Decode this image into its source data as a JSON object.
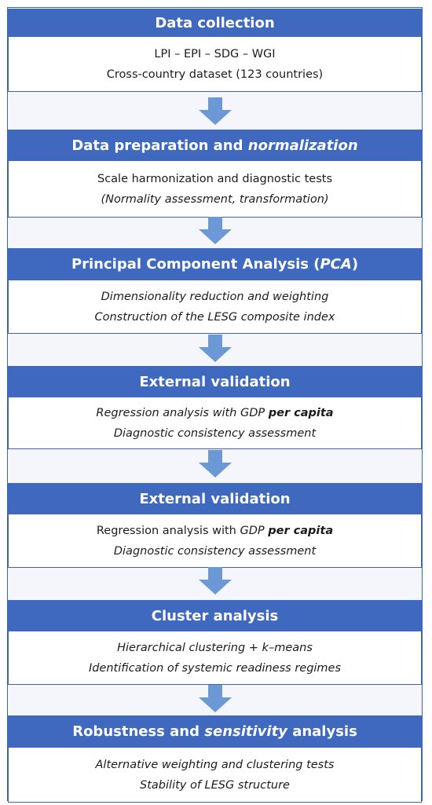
{
  "stages": [
    {
      "title": [
        "Data collection"
      ],
      "lines": [
        [
          {
            "t": "LPI – EPI – SDG – WGI",
            "s": "normal"
          }
        ],
        [
          {
            "t": "Cross-country dataset (123 countries)",
            "s": "normal"
          }
        ]
      ]
    },
    {
      "title": [
        "Data preparation and ",
        "normalization"
      ],
      "lines": [
        [
          {
            "t": "Scale harmonization and diagnostic tests",
            "s": "normal"
          }
        ],
        [
          {
            "t": "(Normality assessment, transformation)",
            "s": "italic"
          }
        ]
      ]
    },
    {
      "title": [
        "Principal Component Analysis (",
        "PCA",
        ")"
      ],
      "lines": [
        [
          {
            "t": "Dimensionality reduction and weighting",
            "s": "italic"
          }
        ],
        [
          {
            "t": "Construction of the LESG composite index",
            "s": "italic"
          }
        ]
      ]
    },
    {
      "title": [
        "External validation"
      ],
      "lines": [
        [
          {
            "t": "Regression analysis with GDP ",
            "s": "italic"
          },
          {
            "t": "per capita",
            "s": "bold-it"
          }
        ],
        [
          {
            "t": "Diagnostic consistency assessment",
            "s": "italic"
          }
        ]
      ]
    },
    {
      "title": [
        "External validation"
      ],
      "lines": [
        [
          {
            "t": "Regression analysis with ",
            "s": "normal"
          },
          {
            "t": "GDP ",
            "s": "italic"
          },
          {
            "t": "per capita",
            "s": "bold-it"
          }
        ],
        [
          {
            "t": "Diagnostic consistency assessment",
            "s": "italic"
          }
        ]
      ]
    },
    {
      "title": [
        "Cluster analysis"
      ],
      "lines": [
        [
          {
            "t": "Hierarchical clustering + k–means",
            "s": "italic"
          }
        ],
        [
          {
            "t": "Identification of systemic readiness regimes",
            "s": "italic"
          }
        ]
      ]
    },
    {
      "title": [
        "Robustness and ",
        "sensitivity",
        " analysis"
      ],
      "lines": [
        [
          {
            "t": "Alternative weighting and clustering tests",
            "s": "italic"
          }
        ],
        [
          {
            "t": "Stability of LESG structure",
            "s": "italic"
          }
        ]
      ]
    }
  ],
  "colors": {
    "header": "#3e69bf",
    "border": "#3d64b4",
    "arrow": "#6c98d6",
    "background": "#f4f6fb"
  }
}
